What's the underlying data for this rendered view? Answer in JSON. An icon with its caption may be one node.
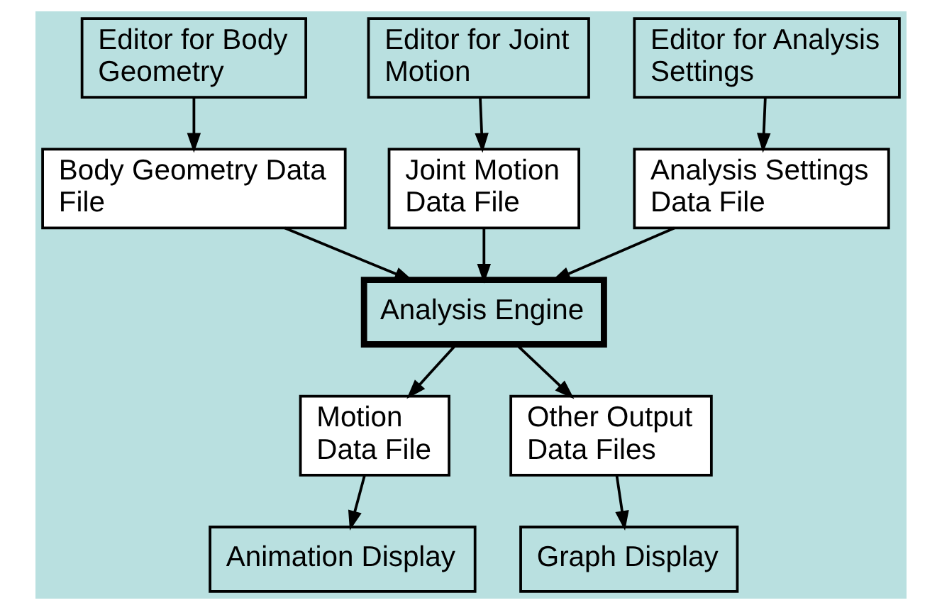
{
  "diagram": {
    "nodes": [
      {
        "text": [
          "Editor for Body Geometry"
        ]
      },
      {
        "text": [
          "Editor for Joint Motion"
        ]
      },
      {
        "text": [
          "Editor for Analysis Settings"
        ]
      },
      {
        "text": [
          "Body Geometry Data File"
        ]
      },
      {
        "text": [
          "Joint Motion Data File"
        ]
      },
      {
        "text": [
          "Analysis Settings Data File"
        ]
      },
      {
        "text": [
          "Analysis Engine"
        ]
      },
      {
        "text": [
          "Motion Data File"
        ]
      },
      {
        "text": [
          "Other Output Data Files"
        ]
      },
      {
        "text": [
          "Animation Display"
        ]
      },
      {
        "text": [
          "Graph Display"
        ]
      }
    ],
    "edges": [
      {
        "from": 0,
        "to": 3,
        "arrow": "to"
      },
      {
        "from": 1,
        "to": 4,
        "arrow": "to"
      },
      {
        "from": 2,
        "to": 5,
        "arrow": "to"
      },
      {
        "from": 3,
        "to": 6,
        "arrow": "to"
      },
      {
        "from": 4,
        "to": 6,
        "arrow": "to"
      },
      {
        "from": 5,
        "to": 6,
        "arrow": "to"
      },
      {
        "from": 6,
        "to": 7,
        "arrow": "to"
      },
      {
        "from": 6,
        "to": 8,
        "arrow": "to"
      },
      {
        "from": 7,
        "to": 9,
        "arrow": "to"
      },
      {
        "from": 8,
        "to": 10,
        "arrow": "to"
      }
    ]
  }
}
